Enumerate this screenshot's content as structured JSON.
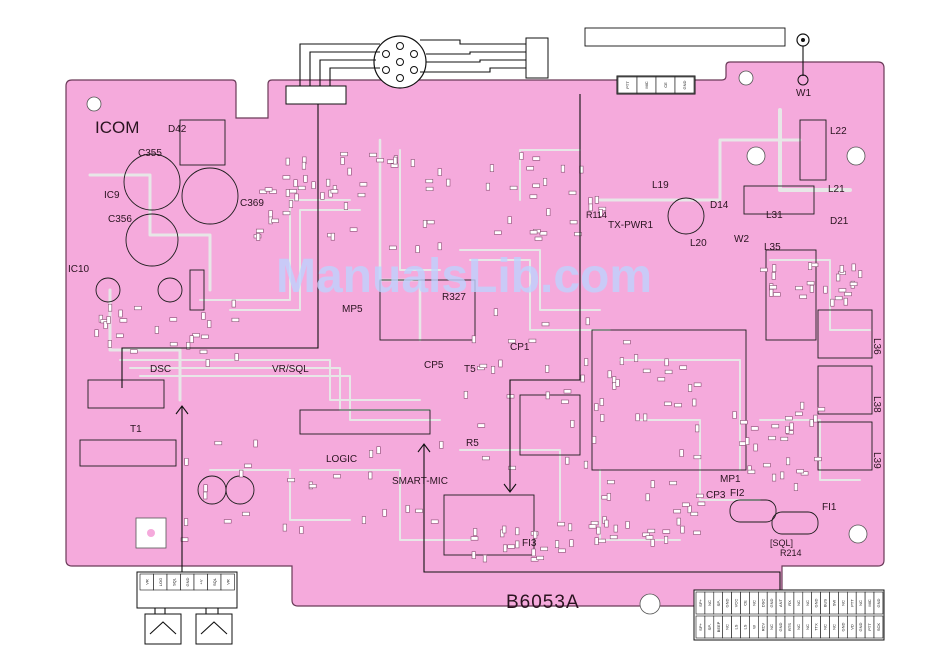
{
  "board": {
    "part_number": "B6053A",
    "brand": "ICOM",
    "watermark": "ManualsLib.com",
    "board_fill": "#f5aadc",
    "trace_color": "#e7e7e7",
    "wire_color": "#111111"
  },
  "labels": {
    "D42": "D42",
    "C355": "C355",
    "IC9": "IC9",
    "C356": "C356",
    "C369": "C369",
    "IC10": "IC10",
    "DSC": "DSC",
    "T1": "T1",
    "VR_SQL": "VR/SQL",
    "MP5": "MP5",
    "CP5": "CP5",
    "T5": "T5",
    "R5": "R5",
    "LOGIC": "LOGIC",
    "SMART_MIC": "SMART-MIC",
    "FI3": "FI3",
    "CP1": "CP1",
    "R327": "R327",
    "L19": "L19",
    "D14": "D14",
    "R114": "R114",
    "TX_PWR1": "TX-PWR1",
    "L20": "L20",
    "W2": "W2",
    "L31": "L31",
    "L35": "L35",
    "D21": "D21",
    "W1": "W1",
    "L22": "L22",
    "L21": "L21",
    "L36": "L36",
    "L38": "L38",
    "L39": "L39",
    "MP1": "MP1",
    "CP3": "CP3",
    "FI2": "FI2",
    "FI1": "FI1",
    "SQL": "[SQL]",
    "R214": "R214"
  },
  "connectors": {
    "mic_plug_pins": [
      "PTT",
      "MIC",
      "CE",
      "GND"
    ],
    "bottom_left_pins": [
      "VR",
      "LOG",
      "SQL",
      "GND",
      "+V",
      "SQL",
      "VR"
    ],
    "bottom_right_top": [
      "SP+",
      "NC",
      "SP-",
      "GND",
      "VCC",
      "CE",
      "NC",
      "DSC",
      "GND",
      "ANT",
      "RX",
      "NC",
      "NC",
      "GND",
      "BUS",
      "SW",
      "NC",
      "PTT",
      "NC",
      "MIC",
      "GND"
    ],
    "bottom_right_bottom": [
      "SP+",
      "SP-",
      "BEEP",
      "NC",
      "LS",
      "LS",
      "W",
      "RCV",
      "NC",
      "GND",
      "RTS",
      "NC",
      "NC",
      "TTX",
      "NC",
      "NC",
      "GND",
      "VD",
      "GND",
      "PTT",
      "SCK"
    ]
  }
}
